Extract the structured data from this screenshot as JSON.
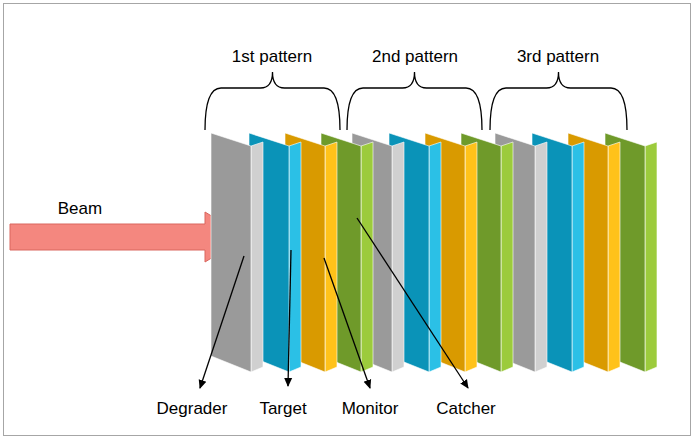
{
  "diagram": {
    "labels": [
      "1st pattern",
      "2nd pattern",
      "3rd pattern",
      "Beam",
      "Degrader",
      "Target",
      "Monitor",
      "Catcher"
    ]
  }
}
